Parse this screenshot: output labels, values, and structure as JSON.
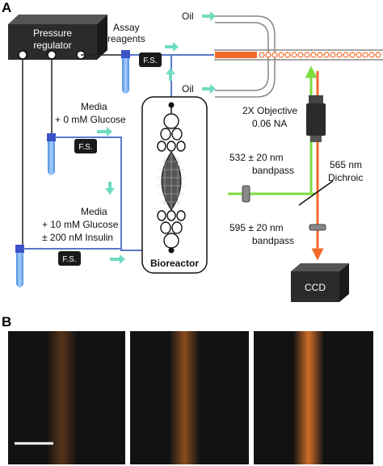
{
  "panels": {
    "a": "A",
    "b": "B"
  },
  "labels": {
    "pressure_regulator_1": "Pressure",
    "pressure_regulator_2": "regulator",
    "assay_reagents_1": "Assay",
    "assay_reagents_2": "reagents",
    "oil_top": "Oil",
    "oil_bottom": "Oil",
    "flow_sensor": "F.S.",
    "media_low_1": "Media",
    "media_low_2": "+ 0 mM Glucose",
    "media_high_1": "Media",
    "media_high_2": "+ 10 mM Glucose",
    "media_high_3": "± 200 nM Insulin",
    "bioreactor": "Bioreactor",
    "objective_1": "2X Objective",
    "objective_2": "0.06 NA",
    "filter_532_1": "532 ± 20 nm",
    "filter_532_2": "bandpass",
    "dichroic_1": "565 nm",
    "dichroic_2": "Dichroic",
    "filter_595_1": "595 ± 20 nm",
    "filter_595_2": "bandpass",
    "ccd": "CCD"
  },
  "colors": {
    "tubing": "#5b79c9",
    "flow_arrow": "#6fdcc0",
    "excitation": "#7ddb3e",
    "emission": "#f26a2a",
    "droplet": "#f07a3a",
    "box": "#2b2b2b"
  },
  "fluorescence_images": [
    {
      "relative_intensity": 0.35
    },
    {
      "relative_intensity": 0.6
    },
    {
      "relative_intensity": 0.95
    }
  ]
}
